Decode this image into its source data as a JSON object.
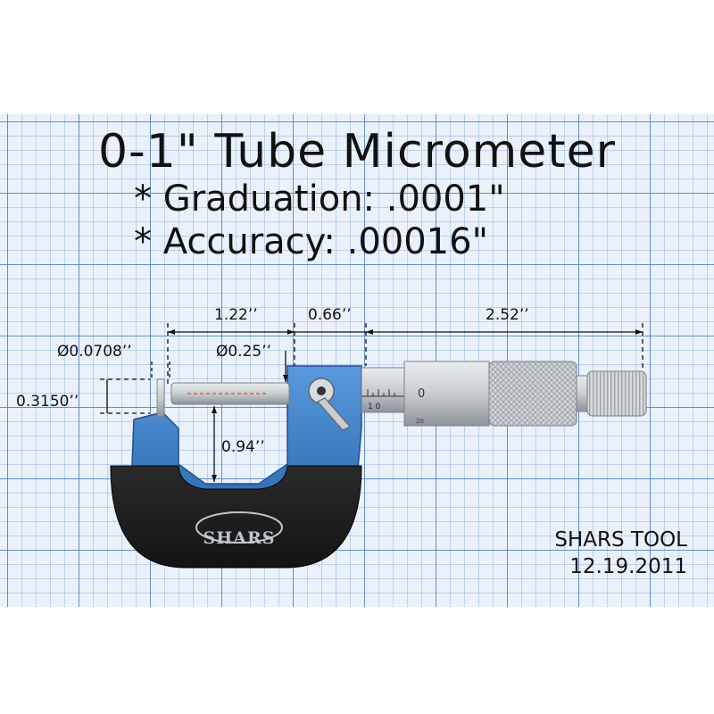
{
  "title": "0-1\" Tube Micrometer",
  "specs": {
    "graduation": "* Graduation: .0001\"",
    "accuracy": "* Accuracy: .00016\""
  },
  "dimensions": {
    "length_a": "1.22’’",
    "length_b": "0.66’’",
    "length_c": "2.52’’",
    "pin_diameter": "Ø0.0708’’",
    "spindle_diameter": "Ø0.25’’",
    "pin_length": "0.3150’’",
    "throat_depth": "0.94’’"
  },
  "brand_logo": "SHARS",
  "credit": {
    "maker": "SHARS TOOL",
    "date": "12.19.2011"
  },
  "scale_marks": {
    "sleeve_numbers": "1 0",
    "thimble_zero": "0",
    "thimble_twenty": "20"
  },
  "colors": {
    "frame_blue": "#3f7ec4",
    "grip_black": "#1e1e1e",
    "grid_line": "#4678c8",
    "metal": "#cfd4d8"
  }
}
